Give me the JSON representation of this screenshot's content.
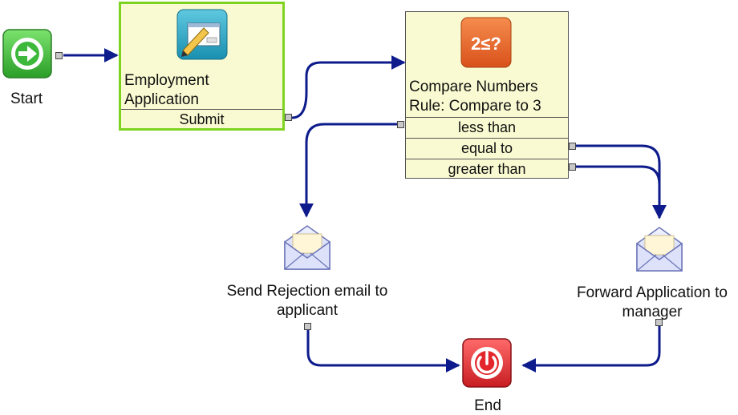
{
  "nodes": {
    "start": {
      "label": "Start",
      "color": "#3db83b",
      "icon": "arrow-right-circle-icon"
    },
    "end": {
      "label": "End",
      "color": "#e3262b",
      "icon": "power-icon"
    },
    "employment": {
      "title_line1": "Employment",
      "title_line2": "Application",
      "rows": [
        "Submit"
      ],
      "icon": "form-edit-icon",
      "selected_color": "#7ed321"
    },
    "compare": {
      "title_line1": "Compare Numbers",
      "title_line2": "Rule: Compare to 3",
      "rows": [
        "less than",
        "equal to",
        "greater than"
      ],
      "icon_text": "2≤?",
      "icon": "compare-numbers-icon",
      "icon_color": "#ef6a2a"
    },
    "reject": {
      "label_line1": "Send Rejection email to",
      "label_line2": "applicant",
      "icon": "envelope-icon"
    },
    "forward": {
      "label_line1": "Forward Application to",
      "label_line2": "manager",
      "icon": "envelope-icon"
    }
  },
  "colors": {
    "connector": "#0d1b8c",
    "box_fill": "#fafad2",
    "port_fill": "#c8c8c8"
  }
}
